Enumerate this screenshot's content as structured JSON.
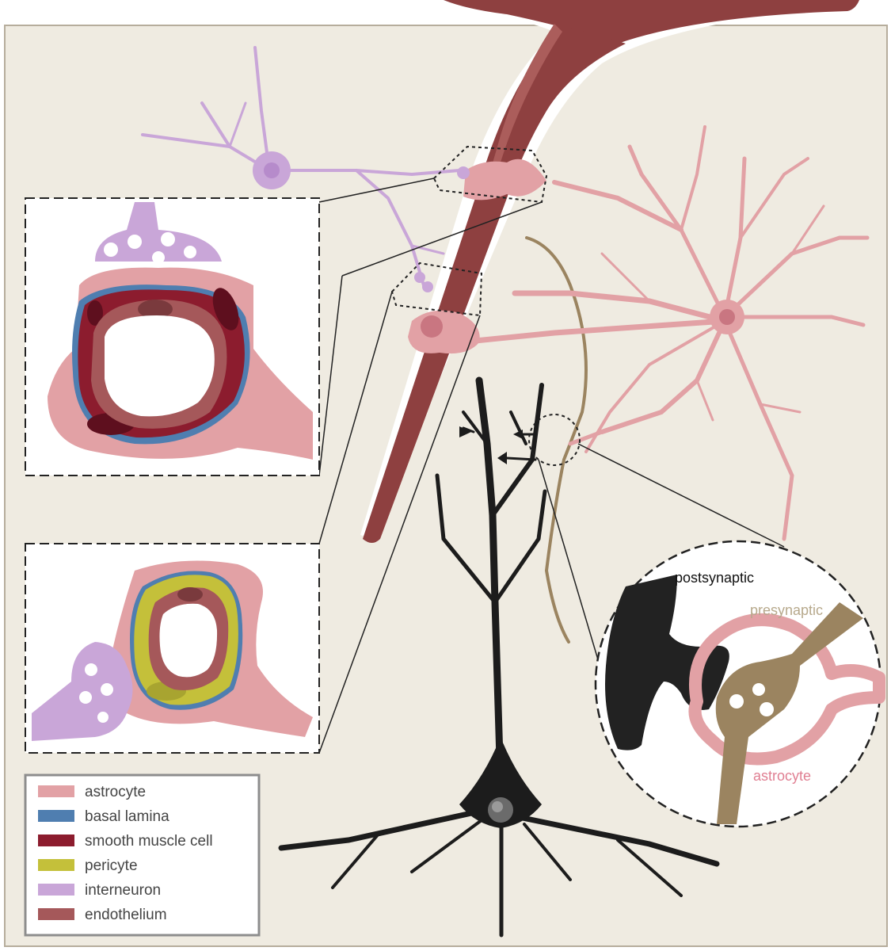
{
  "synapse_labels": {
    "postsynaptic": "postsynaptic",
    "presynaptic": "presynaptic",
    "astrocyte": "astrocyte"
  },
  "legend": {
    "items": [
      {
        "label": "astrocyte",
        "color": "#e2a1a5"
      },
      {
        "label": "basal lamina",
        "color": "#4f7eb0"
      },
      {
        "label": "smooth muscle cell",
        "color": "#8c1c2e"
      },
      {
        "label": "pericyte",
        "color": "#c4c03a"
      },
      {
        "label": "interneuron",
        "color": "#c9a6d8"
      },
      {
        "label": "endothelium",
        "color": "#a5585a"
      }
    ]
  },
  "colors": {
    "background": "#efebe1",
    "vessel": "#8e4040",
    "astrocyte": "#e2a1a5",
    "interneuron": "#c9a6d8",
    "neuron": "#1c1c1c",
    "axon": "#9b8460",
    "smooth_muscle": "#8c1c2e",
    "basal_lamina": "#4f7eb0",
    "pericyte": "#c4c03a",
    "endothelium": "#a5585a"
  }
}
